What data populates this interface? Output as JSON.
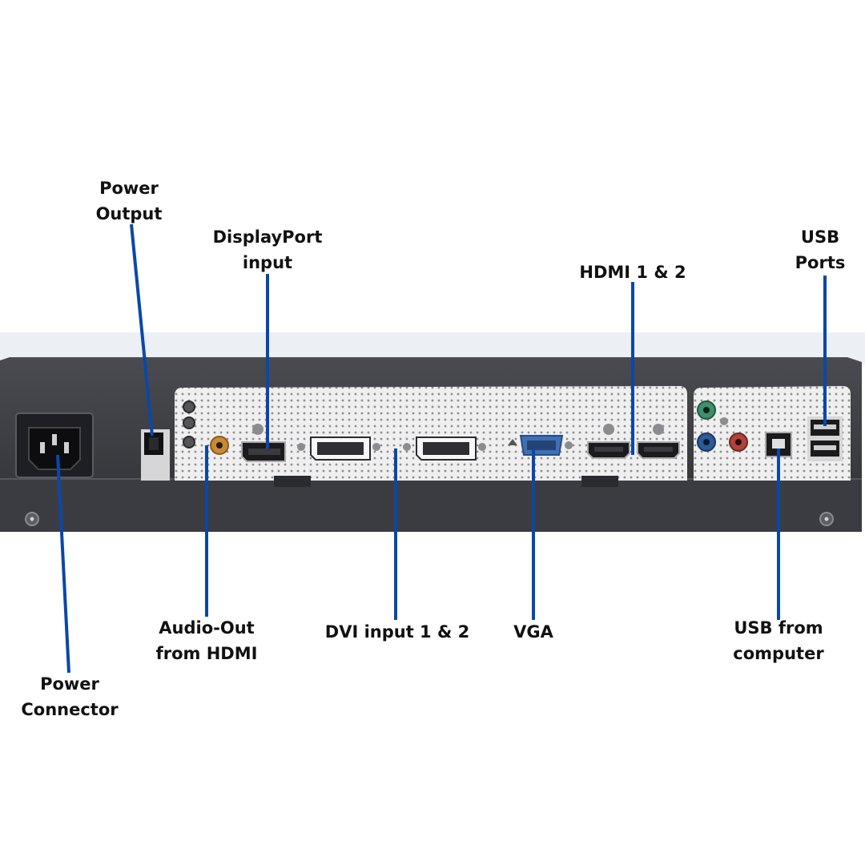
{
  "labels": {
    "power_output": [
      "Power",
      "Output"
    ],
    "displayport_input": [
      "DisplayPort",
      "input"
    ],
    "hdmi": [
      "HDMI 1 & 2"
    ],
    "usb_ports": [
      "USB",
      "Ports"
    ],
    "audio_out": [
      "Audio-Out",
      "from HDMI"
    ],
    "dvi_input": [
      "DVI input 1 & 2"
    ],
    "vga": [
      "VGA"
    ],
    "usb_from_computer": [
      "USB from",
      "computer"
    ],
    "power_connector": [
      "Power",
      "Connector"
    ]
  },
  "colors": {
    "leader_line": "#0b47a8",
    "label_text": "#111111",
    "chassis": "#3a3b3f",
    "io_panel": "#e9e9ea",
    "vga_port": "#3f6fb5",
    "audio_green": "#3e8f6e",
    "audio_blue": "#2d5a98",
    "audio_red": "#b0443c",
    "audio_orange": "#c98a3a"
  }
}
